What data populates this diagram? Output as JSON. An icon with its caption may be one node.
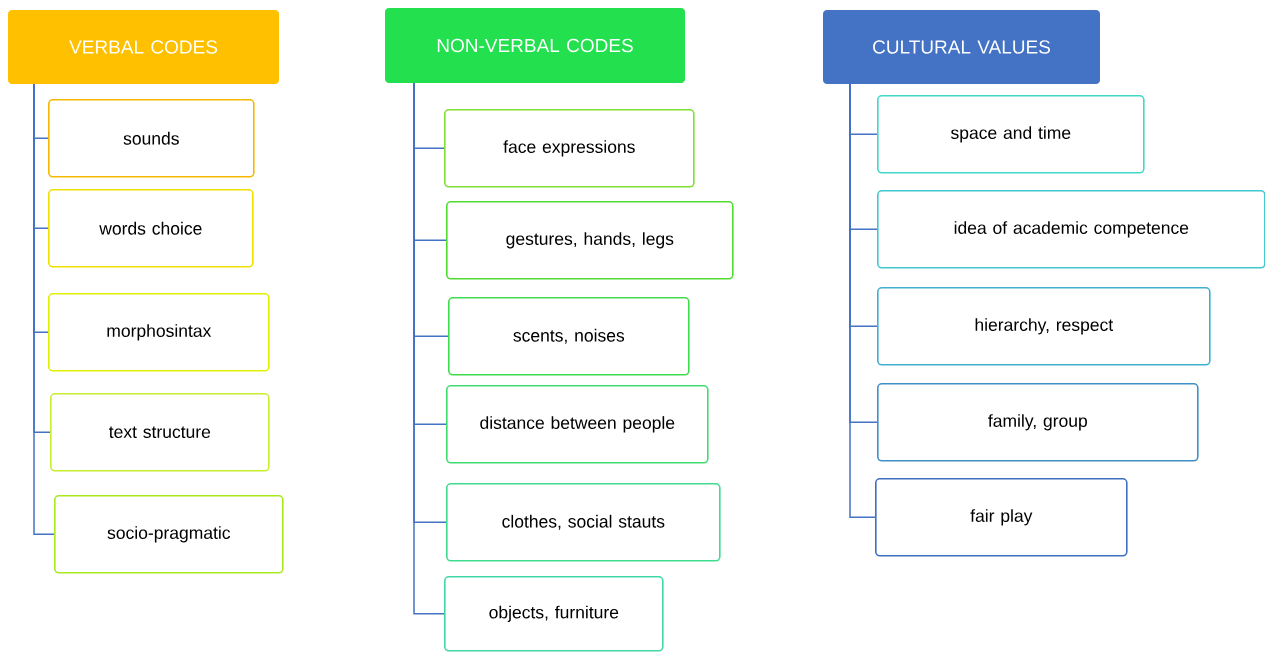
{
  "diagram": {
    "nodes": [
      {
        "text": [
          "VERBAL CODES"
        ]
      },
      {
        "text": [
          "sounds"
        ]
      },
      {
        "text": [
          "words choice"
        ]
      },
      {
        "text": [
          "morphosintax"
        ]
      },
      {
        "text": [
          "text structure"
        ]
      },
      {
        "text": [
          "socio-pragmatic"
        ]
      },
      {
        "text": [
          "NON-VERBAL CODES"
        ]
      },
      {
        "text": [
          "face expressions"
        ]
      },
      {
        "text": [
          "gestures, hands, legs"
        ]
      },
      {
        "text": [
          "scents, noises"
        ]
      },
      {
        "text": [
          "distance between people"
        ]
      },
      {
        "text": [
          "clothes, social stauts"
        ]
      },
      {
        "text": [
          "objects, furniture"
        ]
      },
      {
        "text": [
          "CULTURAL VALUES"
        ]
      },
      {
        "text": [
          "space and time"
        ]
      },
      {
        "text": [
          "idea of academic competence"
        ]
      },
      {
        "text": [
          "hierarchy, respect"
        ]
      },
      {
        "text": [
          "family, group"
        ]
      },
      {
        "text": [
          "fair play"
        ]
      }
    ],
    "edges": [
      {
        "from": 0,
        "to": 1,
        "arrow": "none"
      },
      {
        "from": 0,
        "to": 2,
        "arrow": "none"
      },
      {
        "from": 0,
        "to": 3,
        "arrow": "none"
      },
      {
        "from": 0,
        "to": 4,
        "arrow": "none"
      },
      {
        "from": 0,
        "to": 5,
        "arrow": "none"
      },
      {
        "from": 6,
        "to": 7,
        "arrow": "none"
      },
      {
        "from": 6,
        "to": 8,
        "arrow": "none"
      },
      {
        "from": 6,
        "to": 9,
        "arrow": "none"
      },
      {
        "from": 6,
        "to": 10,
        "arrow": "none"
      },
      {
        "from": 6,
        "to": 11,
        "arrow": "none"
      },
      {
        "from": 6,
        "to": 12,
        "arrow": "none"
      },
      {
        "from": 13,
        "to": 14,
        "arrow": "none"
      },
      {
        "from": 13,
        "to": 15,
        "arrow": "none"
      },
      {
        "from": 13,
        "to": 16,
        "arrow": "none"
      },
      {
        "from": 13,
        "to": 17,
        "arrow": "none"
      },
      {
        "from": 13,
        "to": 18,
        "arrow": "none"
      }
    ]
  }
}
